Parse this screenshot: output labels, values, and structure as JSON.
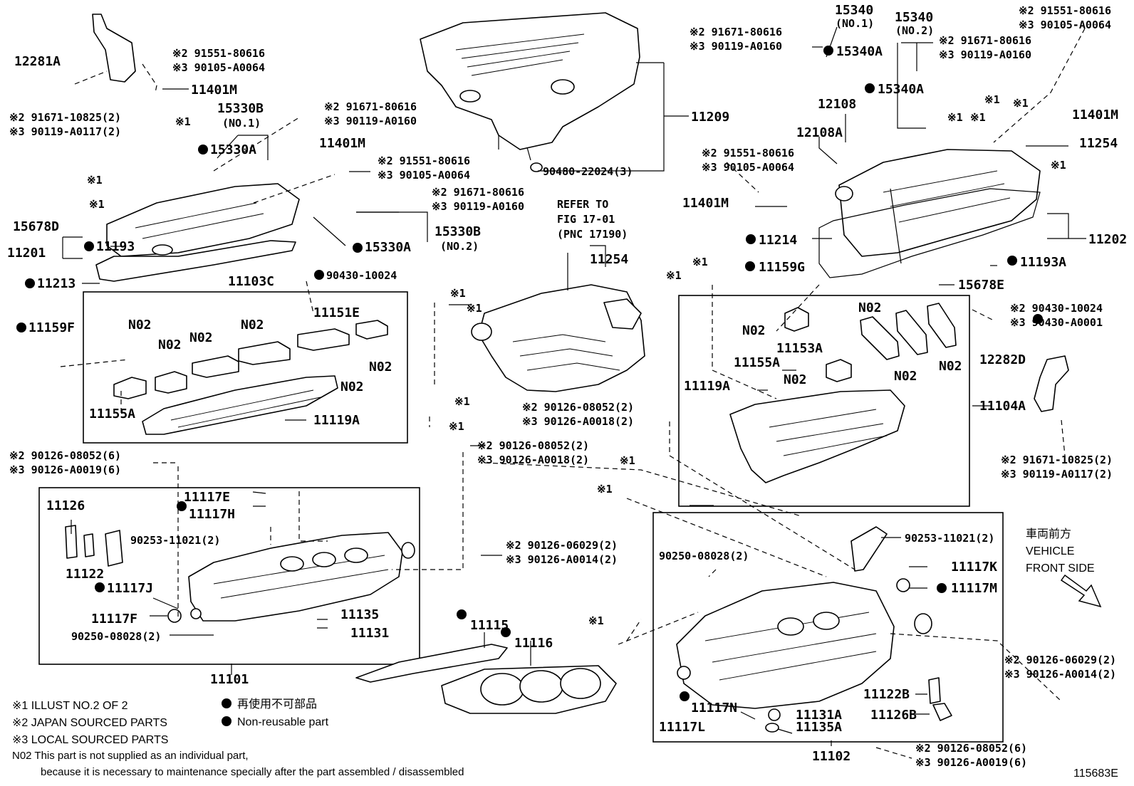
{
  "labels": {
    "p12281A": "12281A",
    "p11401M_a": "11401M",
    "p15330B_1": "15330B",
    "p15330B_1_sub": "(NO.1)",
    "p15330A_a": "15330A",
    "p11401M_b": "11401M",
    "p15678D": "15678D",
    "p11201": "11201",
    "p11193": "11193",
    "p11213": "11213",
    "p15330A_b": "15330A",
    "p15330B_2": "15330B",
    "p15330B_2_sub": "(NO.2)",
    "p11103C": "11103C",
    "p90430_a": "90430-10024",
    "p11151E": "11151E",
    "p11159F": "11159F",
    "pN02_1": "N02",
    "pN02_2": "N02",
    "pN02_3": "N02",
    "pN02_4": "N02",
    "pN02_5": "N02",
    "pN02_6": "N02",
    "p11155A_a": "11155A",
    "p11119A_a": "11119A",
    "p11209": "11209",
    "p90480": "90480-22024(3)",
    "refer1": "REFER TO",
    "refer2": "FIG 17-01",
    "refer3": "(PNC 17190)",
    "p11254_a": "11254",
    "p15340_1": "15340",
    "p15340_1_sub": "(NO.1)",
    "p15340_2": "15340",
    "p15340_2_sub": "(NO.2)",
    "p15340A_a": "15340A",
    "p15340A_b": "15340A",
    "p12108": "12108",
    "p12108A": "12108A",
    "p11401M_c": "11401M",
    "p11254_b": "11254",
    "p11401M_d": "11401M",
    "p11214": "11214",
    "p11202": "11202",
    "p11193A": "11193A",
    "p11159G": "11159G",
    "p15678E": "15678E",
    "pN02_7": "N02",
    "pN02_8": "N02",
    "pN02_9": "N02",
    "pN02_10": "N02",
    "pN02_11": "N02",
    "p11153A": "11153A",
    "p11155A_b": "11155A",
    "p11119A_b": "11119A",
    "p11104A": "11104A",
    "p12282D": "12282D",
    "p11126": "11126",
    "p11122": "11122",
    "p11117E": "11117E",
    "p11117H": "11117H",
    "p90253_a": "90253-11021(2)",
    "p11117J": "11117J",
    "p11117F": "11117F",
    "p90250_a": "90250-08028(2)",
    "p11135": "11135",
    "p11131": "11131",
    "p11101": "11101",
    "p11115": "11115",
    "p11116": "11116",
    "p90253_b": "90253-11021(2)",
    "p90250_b": "90250-08028(2)",
    "p11117K": "11117K",
    "p11117M": "11117M",
    "p11122B": "11122B",
    "p11126B": "11126B",
    "p11117N": "11117N",
    "p11117L": "11117L",
    "p11131A": "11131A",
    "p11135A": "11135A",
    "p11102": "11102",
    "x1": "※1",
    "vf1": "車両前方",
    "vf2": "VEHICLE",
    "vf3": "FRONT SIDE",
    "fig_no": "115683E"
  },
  "pairs": {
    "a1": [
      "※2 91551-80616",
      "※3 90105-A0064"
    ],
    "a2": [
      "※2 91671-10825(2)",
      "※3 90119-A0117(2)"
    ],
    "a3": [
      "※2 91671-80616",
      "※3 90119-A0160"
    ],
    "a4": [
      "※2 91551-80616",
      "※3 90105-A0064"
    ],
    "a5": [
      "※2 91671-80616",
      "※3 90119-A0160"
    ],
    "a6": [
      "※2 90126-08052(2)",
      "※3 90126-A0018(2)"
    ],
    "a7": [
      "※2 90126-08052(2)",
      "※3 90126-A0018(2)"
    ],
    "a8": [
      "※2 90126-08052(6)",
      "※3 90126-A0019(6)"
    ],
    "a9": [
      "※2 90126-06029(2)",
      "※3 90126-A0014(2)"
    ],
    "b1": [
      "※2 91671-80616",
      "※3 90119-A0160"
    ],
    "b2": [
      "※2 91671-80616",
      "※3 90119-A0160"
    ],
    "b3": [
      "※2 91551-80616",
      "※3 90105-A0064"
    ],
    "b4": [
      "※2 91551-80616",
      "※3 90105-A0064"
    ],
    "b5": [
      "※2 90430-10024",
      "※3 90430-A0001"
    ],
    "b6": [
      "※2 91671-10825(2)",
      "※3 90119-A0117(2)"
    ],
    "b7": [
      "※2 90126-06029(2)",
      "※3 90126-A0014(2)"
    ],
    "b8": [
      "※2 90126-08052(6)",
      "※3 90126-A0019(6)"
    ]
  },
  "legend": {
    "n1": "※1 ILLUST NO.2 OF 2",
    "n2": "※2 JAPAN SOURCED PARTS",
    "n3": "※3 LOCAL SOURCED PARTS",
    "j1": "再使用不可部品",
    "j2": "Non-reusable part",
    "n02a": "N02 This part is not supplied as an individual part,",
    "n02b": "because it is necessary to maintenance specially after the part assembled / disassembled"
  }
}
